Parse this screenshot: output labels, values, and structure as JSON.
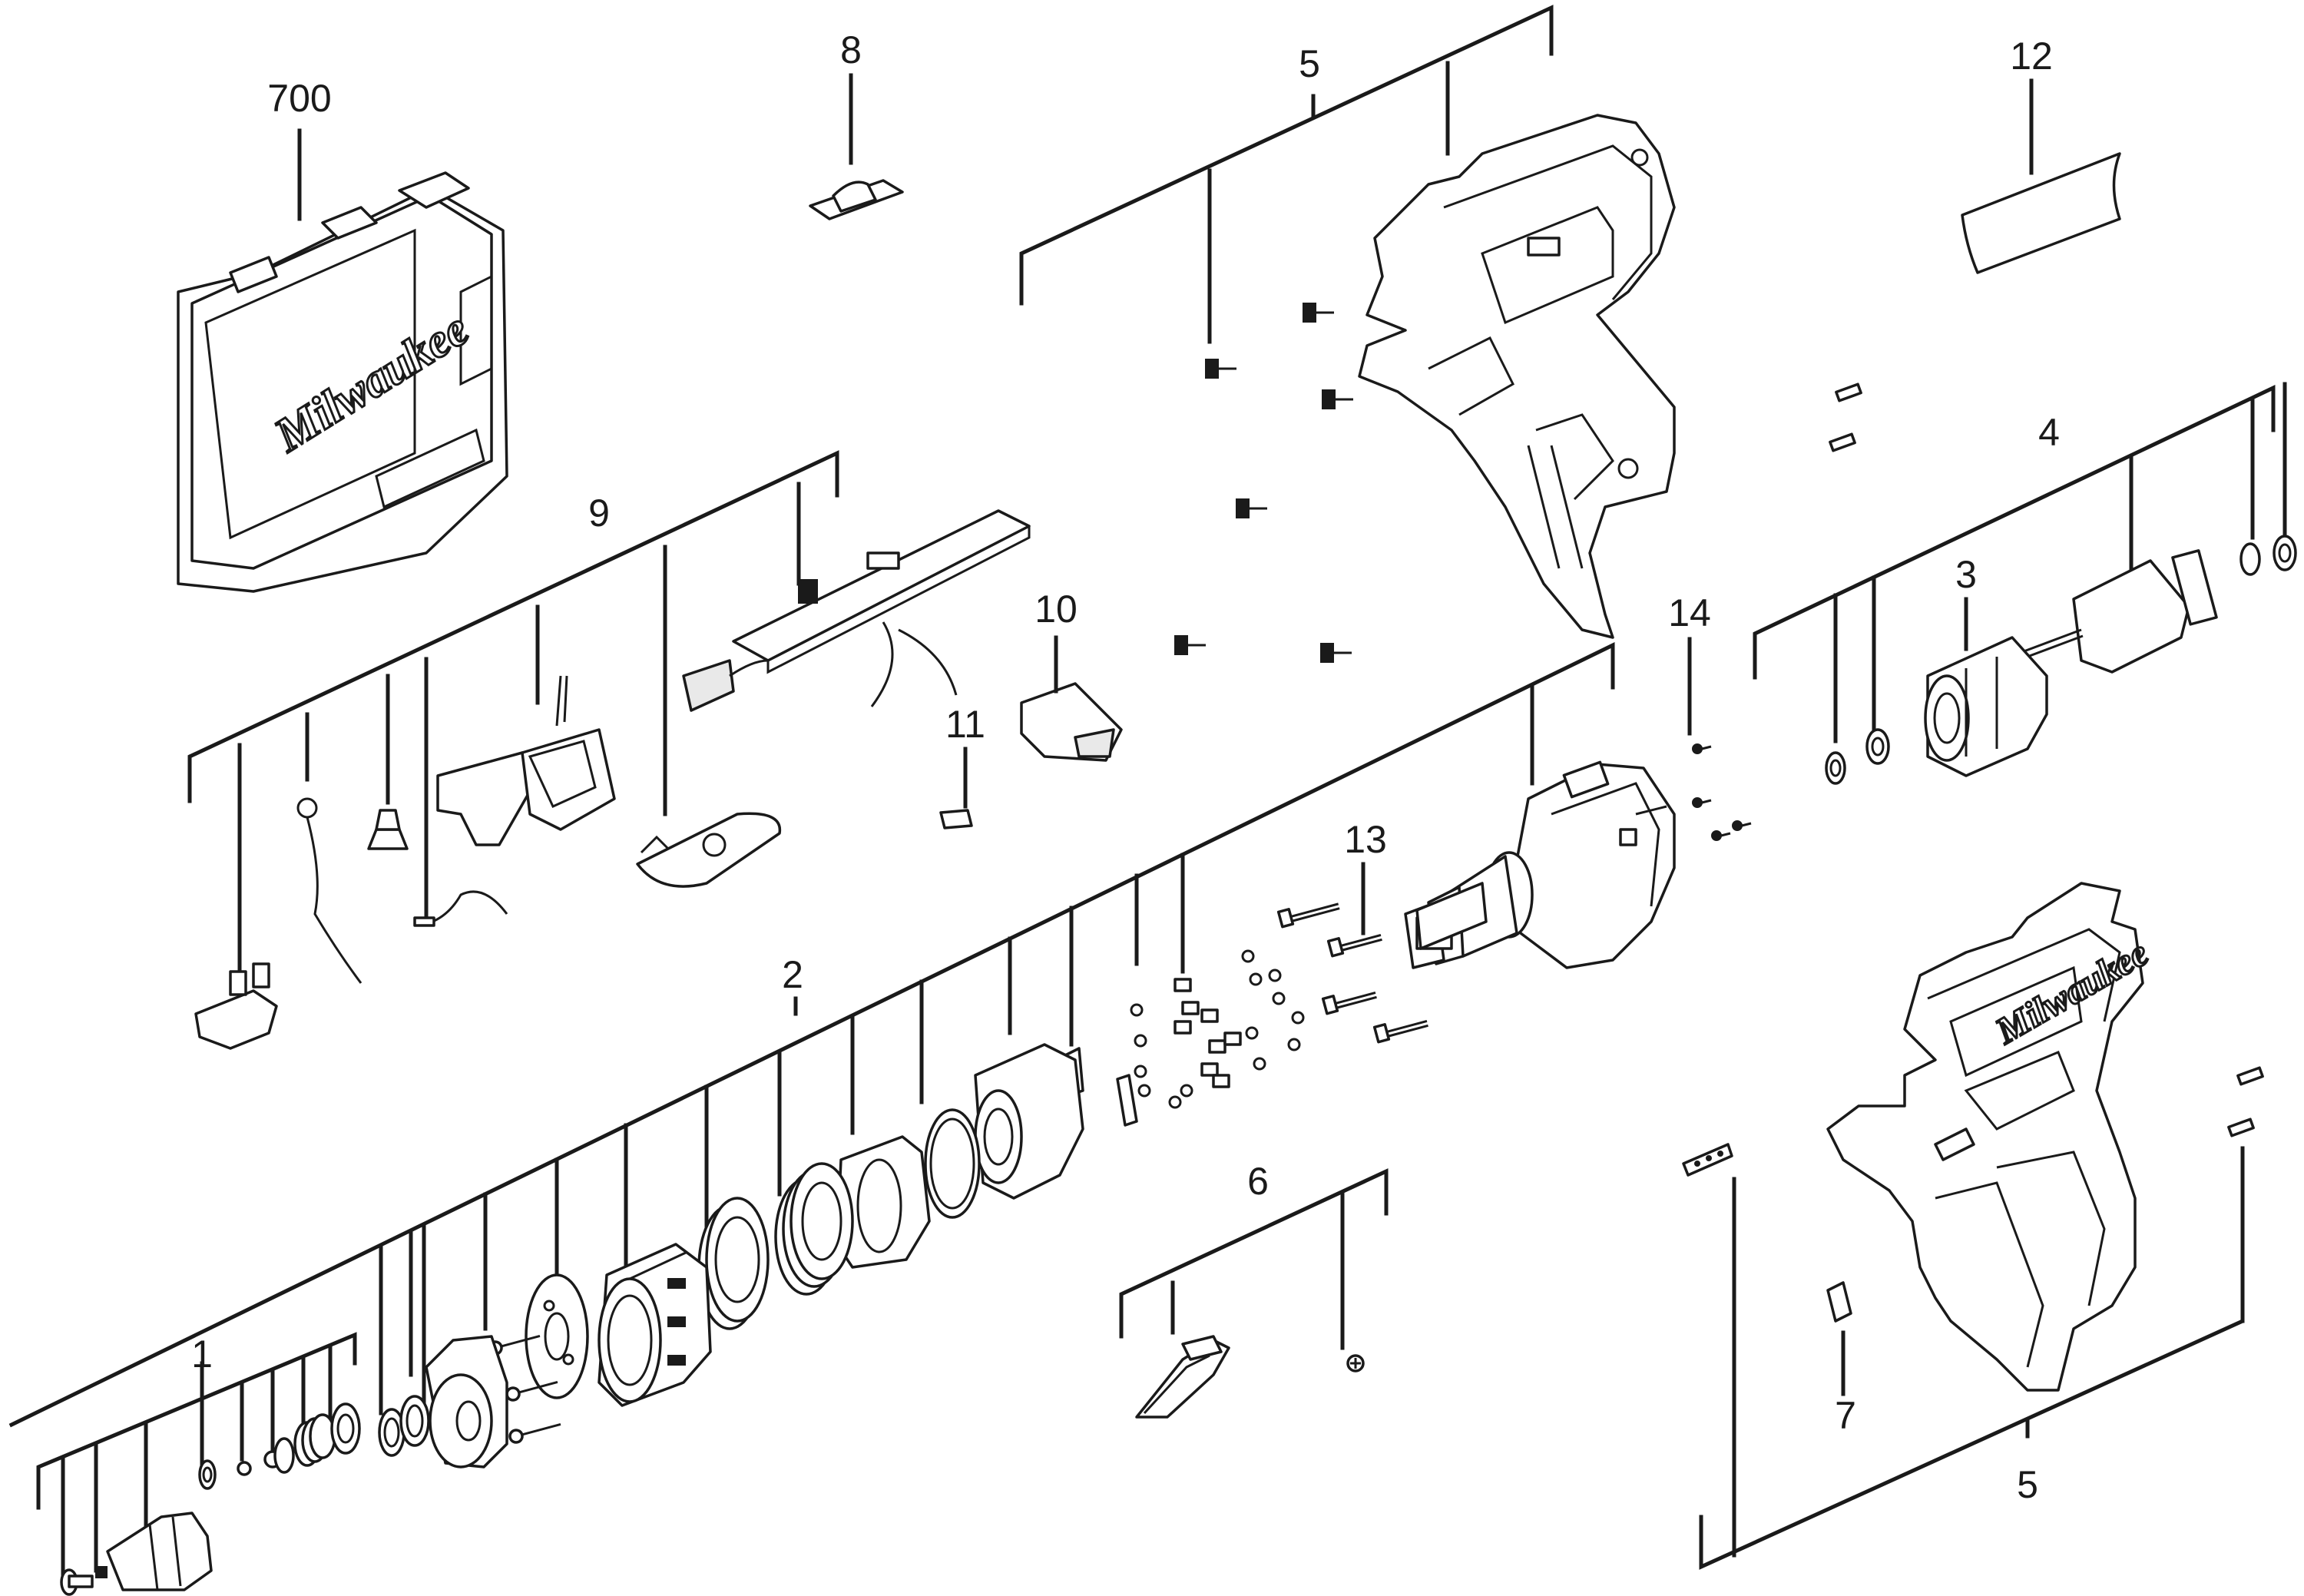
{
  "labels": {
    "case": "700",
    "part_1": "1",
    "part_2": "2",
    "part_3": "3",
    "part_4": "4",
    "part_5_top": "5",
    "part_5_bottom": "5",
    "part_6": "6",
    "part_7": "7",
    "part_8": "8",
    "part_9": "9",
    "part_10": "10",
    "part_11": "11",
    "part_12": "12",
    "part_13": "13",
    "part_14": "14"
  },
  "colors": {
    "line": "#1a1a1a",
    "background": "#ffffff"
  }
}
